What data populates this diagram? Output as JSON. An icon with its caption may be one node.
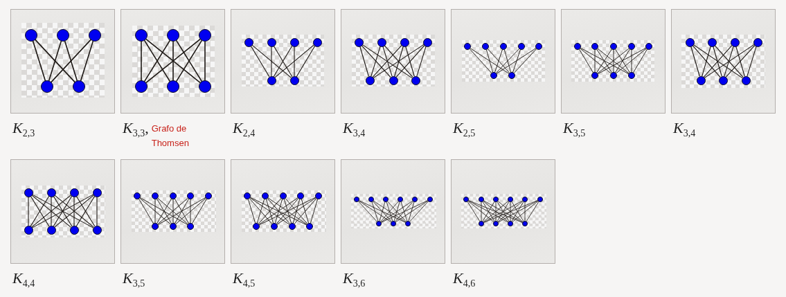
{
  "diagram": {
    "nodes": [
      {
        "text": [],
        "shape": "box",
        "beside": [
          "*K*$_{2,3}$"
        ]
      },
      {
        "text": [],
        "shape": "circle",
        "in": 0
      },
      {
        "text": [],
        "shape": "circle",
        "in": 0
      },
      {
        "text": [],
        "shape": "circle",
        "in": 0
      },
      {
        "text": [],
        "shape": "circle",
        "in": 0
      },
      {
        "text": [],
        "shape": "circle",
        "in": 0
      },
      {
        "text": [],
        "shape": "box",
        "beside": [
          "*K*$_{3,3}$,",
          "Grafo de Thomsen"
        ]
      },
      {
        "text": [],
        "shape": "circle",
        "in": 6
      },
      {
        "text": [],
        "shape": "circle",
        "in": 6
      },
      {
        "text": [],
        "shape": "circle",
        "in": 6
      },
      {
        "text": [],
        "shape": "circle",
        "in": 6
      },
      {
        "text": [],
        "shape": "circle",
        "in": 6
      },
      {
        "text": [],
        "shape": "circle",
        "in": 6
      },
      {
        "text": [],
        "shape": "box",
        "beside": [
          "*K*$_{2,4}$"
        ]
      },
      {
        "text": [],
        "shape": "circle",
        "in": 13
      },
      {
        "text": [],
        "shape": "circle",
        "in": 13
      },
      {
        "text": [],
        "shape": "circle",
        "in": 13
      },
      {
        "text": [],
        "shape": "circle",
        "in": 13
      },
      {
        "text": [],
        "shape": "circle",
        "in": 13
      },
      {
        "text": [],
        "shape": "circle",
        "in": 13
      },
      {
        "text": [],
        "shape": "box",
        "beside": [
          "*K*$_{3,4}$"
        ]
      },
      {
        "text": [],
        "shape": "circle",
        "in": 20
      },
      {
        "text": [],
        "shape": "circle",
        "in": 20
      },
      {
        "text": [],
        "shape": "circle",
        "in": 20
      },
      {
        "text": [],
        "shape": "circle",
        "in": 20
      },
      {
        "text": [],
        "shape": "circle",
        "in": 20
      },
      {
        "text": [],
        "shape": "circle",
        "in": 20
      },
      {
        "text": [],
        "shape": "circle",
        "in": 20
      },
      {
        "text": [],
        "shape": "box",
        "beside": [
          "*K*$_{2,5}$"
        ]
      },
      {
        "text": [],
        "shape": "circle",
        "in": 28
      },
      {
        "text": [],
        "shape": "circle",
        "in": 28
      },
      {
        "text": [],
        "shape": "circle",
        "in": 28
      },
      {
        "text": [],
        "shape": "circle",
        "in": 28
      },
      {
        "text": [],
        "shape": "circle",
        "in": 28
      },
      {
        "text": [],
        "shape": "circle",
        "in": 28
      },
      {
        "text": [],
        "shape": "circle",
        "in": 28
      },
      {
        "text": [],
        "shape": "box",
        "beside": [
          "*K*$_{3,5}$"
        ]
      },
      {
        "text": [],
        "shape": "circle",
        "in": 36
      },
      {
        "text": [],
        "shape": "circle",
        "in": 36
      },
      {
        "text": [],
        "shape": "circle",
        "in": 36
      },
      {
        "text": [],
        "shape": "circle",
        "in": 36
      },
      {
        "text": [],
        "shape": "circle",
        "in": 36
      },
      {
        "text": [],
        "shape": "circle",
        "in": 36
      },
      {
        "text": [],
        "shape": "circle",
        "in": 36
      },
      {
        "text": [],
        "shape": "circle",
        "in": 36
      },
      {
        "text": [],
        "shape": "box",
        "beside": [
          "*K*$_{3,4}$"
        ]
      },
      {
        "text": [],
        "shape": "circle",
        "in": 45
      },
      {
        "text": [],
        "shape": "circle",
        "in": 45
      },
      {
        "text": [],
        "shape": "circle",
        "in": 45
      },
      {
        "text": [],
        "shape": "circle",
        "in": 45
      },
      {
        "text": [],
        "shape": "circle",
        "in": 45
      },
      {
        "text": [],
        "shape": "circle",
        "in": 45
      },
      {
        "text": [],
        "shape": "circle",
        "in": 45
      },
      {
        "text": [],
        "shape": "box",
        "beside": [
          "*K*$_{4,4}$"
        ]
      },
      {
        "text": [],
        "shape": "circle",
        "in": 53
      },
      {
        "text": [],
        "shape": "circle",
        "in": 53
      },
      {
        "text": [],
        "shape": "circle",
        "in": 53
      },
      {
        "text": [],
        "shape": "circle",
        "in": 53
      },
      {
        "text": [],
        "shape": "circle",
        "in": 53
      },
      {
        "text": [],
        "shape": "circle",
        "in": 53
      },
      {
        "text": [],
        "shape": "circle",
        "in": 53
      },
      {
        "text": [],
        "shape": "circle",
        "in": 53
      },
      {
        "text": [],
        "shape": "box",
        "beside": [
          "*K*$_{3,5}$"
        ]
      },
      {
        "text": [],
        "shape": "circle",
        "in": 62
      },
      {
        "text": [],
        "shape": "circle",
        "in": 62
      },
      {
        "text": [],
        "shape": "circle",
        "in": 62
      },
      {
        "text": [],
        "shape": "circle",
        "in": 62
      },
      {
        "text": [],
        "shape": "circle",
        "in": 62
      },
      {
        "text": [],
        "shape": "circle",
        "in": 62
      },
      {
        "text": [],
        "shape": "circle",
        "in": 62
      },
      {
        "text": [],
        "shape": "circle",
        "in": 62
      },
      {
        "text": [],
        "shape": "box",
        "beside": [
          "*K*$_{4,5}$"
        ]
      },
      {
        "text": [],
        "shape": "circle",
        "in": 71
      },
      {
        "text": [],
        "shape": "circle",
        "in": 71
      },
      {
        "text": [],
        "shape": "circle",
        "in": 71
      },
      {
        "text": [],
        "shape": "circle",
        "in": 71
      },
      {
        "text": [],
        "shape": "circle",
        "in": 71
      },
      {
        "text": [],
        "shape": "circle",
        "in": 71
      },
      {
        "text": [],
        "shape": "circle",
        "in": 71
      },
      {
        "text": [],
        "shape": "circle",
        "in": 71
      },
      {
        "text": [],
        "shape": "circle",
        "in": 71
      },
      {
        "text": [],
        "shape": "box",
        "beside": [
          "*K*$_{3,6}$"
        ]
      },
      {
        "text": [],
        "shape": "circle",
        "in": 81
      },
      {
        "text": [],
        "shape": "circle",
        "in": 81
      },
      {
        "text": [],
        "shape": "circle",
        "in": 81
      },
      {
        "text": [],
        "shape": "circle",
        "in": 81
      },
      {
        "text": [],
        "shape": "circle",
        "in": 81
      },
      {
        "text": [],
        "shape": "circle",
        "in": 81
      },
      {
        "text": [],
        "shape": "circle",
        "in": 81
      },
      {
        "text": [],
        "shape": "circle",
        "in": 81
      },
      {
        "text": [],
        "shape": "circle",
        "in": 81
      },
      {
        "text": [],
        "shape": "box",
        "beside": [
          "*K*$_{4,6}$"
        ]
      },
      {
        "text": [],
        "shape": "circle",
        "in": 91
      },
      {
        "text": [],
        "shape": "circle",
        "in": 91
      },
      {
        "text": [],
        "shape": "circle",
        "in": 91
      },
      {
        "text": [],
        "shape": "circle",
        "in": 91
      },
      {
        "text": [],
        "shape": "circle",
        "in": 91
      },
      {
        "text": [],
        "shape": "circle",
        "in": 91
      },
      {
        "text": [],
        "shape": "circle",
        "in": 91
      },
      {
        "text": [],
        "shape": "circle",
        "in": 91
      },
      {
        "text": [],
        "shape": "circle",
        "in": 91
      },
      {
        "text": [],
        "shape": "circle",
        "in": 91
      }
    ],
    "edges": [
      {
        "from": 1,
        "to": 4,
        "arrow": "none"
      },
      {
        "from": 1,
        "to": 5,
        "arrow": "none"
      },
      {
        "from": 2,
        "to": 4,
        "arrow": "none"
      },
      {
        "from": 2,
        "to": 5,
        "arrow": "none"
      },
      {
        "from": 3,
        "to": 4,
        "arrow": "none"
      },
      {
        "from": 3,
        "to": 5,
        "arrow": "none"
      },
      {
        "from": 7,
        "to": 10,
        "arrow": "none"
      },
      {
        "from": 7,
        "to": 11,
        "arrow": "none"
      },
      {
        "from": 7,
        "to": 12,
        "arrow": "none"
      },
      {
        "from": 8,
        "to": 10,
        "arrow": "none"
      },
      {
        "from": 8,
        "to": 11,
        "arrow": "none"
      },
      {
        "from": 8,
        "to": 12,
        "arrow": "none"
      },
      {
        "from": 9,
        "to": 10,
        "arrow": "none"
      },
      {
        "from": 9,
        "to": 11,
        "arrow": "none"
      },
      {
        "from": 9,
        "to": 12,
        "arrow": "none"
      },
      {
        "from": 14,
        "to": 18,
        "arrow": "none"
      },
      {
        "from": 14,
        "to": 19,
        "arrow": "none"
      },
      {
        "from": 15,
        "to": 18,
        "arrow": "none"
      },
      {
        "from": 15,
        "to": 19,
        "arrow": "none"
      },
      {
        "from": 16,
        "to": 18,
        "arrow": "none"
      },
      {
        "from": 16,
        "to": 19,
        "arrow": "none"
      },
      {
        "from": 17,
        "to": 18,
        "arrow": "none"
      },
      {
        "from": 17,
        "to": 19,
        "arrow": "none"
      },
      {
        "from": 21,
        "to": 25,
        "arrow": "none"
      },
      {
        "from": 21,
        "to": 26,
        "arrow": "none"
      },
      {
        "from": 21,
        "to": 27,
        "arrow": "none"
      },
      {
        "from": 22,
        "to": 25,
        "arrow": "none"
      },
      {
        "from": 22,
        "to": 26,
        "arrow": "none"
      },
      {
        "from": 22,
        "to": 27,
        "arrow": "none"
      },
      {
        "from": 23,
        "to": 25,
        "arrow": "none"
      },
      {
        "from": 23,
        "to": 26,
        "arrow": "none"
      },
      {
        "from": 23,
        "to": 27,
        "arrow": "none"
      },
      {
        "from": 24,
        "to": 25,
        "arrow": "none"
      },
      {
        "from": 24,
        "to": 26,
        "arrow": "none"
      },
      {
        "from": 24,
        "to": 27,
        "arrow": "none"
      },
      {
        "from": 29,
        "to": 34,
        "arrow": "none"
      },
      {
        "from": 29,
        "to": 35,
        "arrow": "none"
      },
      {
        "from": 30,
        "to": 34,
        "arrow": "none"
      },
      {
        "from": 30,
        "to": 35,
        "arrow": "none"
      },
      {
        "from": 31,
        "to": 34,
        "arrow": "none"
      },
      {
        "from": 31,
        "to": 35,
        "arrow": "none"
      },
      {
        "from": 32,
        "to": 34,
        "arrow": "none"
      },
      {
        "from": 32,
        "to": 35,
        "arrow": "none"
      },
      {
        "from": 33,
        "to": 34,
        "arrow": "none"
      },
      {
        "from": 33,
        "to": 35,
        "arrow": "none"
      },
      {
        "from": 37,
        "to": 42,
        "arrow": "none"
      },
      {
        "from": 37,
        "to": 43,
        "arrow": "none"
      },
      {
        "from": 37,
        "to": 44,
        "arrow": "none"
      },
      {
        "from": 38,
        "to": 42,
        "arrow": "none"
      },
      {
        "from": 38,
        "to": 43,
        "arrow": "none"
      },
      {
        "from": 38,
        "to": 44,
        "arrow": "none"
      },
      {
        "from": 39,
        "to": 42,
        "arrow": "none"
      },
      {
        "from": 39,
        "to": 43,
        "arrow": "none"
      },
      {
        "from": 39,
        "to": 44,
        "arrow": "none"
      },
      {
        "from": 40,
        "to": 42,
        "arrow": "none"
      },
      {
        "from": 40,
        "to": 43,
        "arrow": "none"
      },
      {
        "from": 40,
        "to": 44,
        "arrow": "none"
      },
      {
        "from": 41,
        "to": 42,
        "arrow": "none"
      },
      {
        "from": 41,
        "to": 43,
        "arrow": "none"
      },
      {
        "from": 41,
        "to": 44,
        "arrow": "none"
      },
      {
        "from": 46,
        "to": 50,
        "arrow": "none"
      },
      {
        "from": 46,
        "to": 51,
        "arrow": "none"
      },
      {
        "from": 46,
        "to": 52,
        "arrow": "none"
      },
      {
        "from": 47,
        "to": 50,
        "arrow": "none"
      },
      {
        "from": 47,
        "to": 51,
        "arrow": "none"
      },
      {
        "from": 47,
        "to": 52,
        "arrow": "none"
      },
      {
        "from": 48,
        "to": 50,
        "arrow": "none"
      },
      {
        "from": 48,
        "to": 51,
        "arrow": "none"
      },
      {
        "from": 48,
        "to": 52,
        "arrow": "none"
      },
      {
        "from": 49,
        "to": 50,
        "arrow": "none"
      },
      {
        "from": 49,
        "to": 51,
        "arrow": "none"
      },
      {
        "from": 49,
        "to": 52,
        "arrow": "none"
      },
      {
        "from": 54,
        "to": 58,
        "arrow": "none"
      },
      {
        "from": 54,
        "to": 59,
        "arrow": "none"
      },
      {
        "from": 54,
        "to": 60,
        "arrow": "none"
      },
      {
        "from": 54,
        "to": 61,
        "arrow": "none"
      },
      {
        "from": 55,
        "to": 58,
        "arrow": "none"
      },
      {
        "from": 55,
        "to": 59,
        "arrow": "none"
      },
      {
        "from": 55,
        "to": 60,
        "arrow": "none"
      },
      {
        "from": 55,
        "to": 61,
        "arrow": "none"
      },
      {
        "from": 56,
        "to": 58,
        "arrow": "none"
      },
      {
        "from": 56,
        "to": 59,
        "arrow": "none"
      },
      {
        "from": 56,
        "to": 60,
        "arrow": "none"
      },
      {
        "from": 56,
        "to": 61,
        "arrow": "none"
      },
      {
        "from": 57,
        "to": 58,
        "arrow": "none"
      },
      {
        "from": 57,
        "to": 59,
        "arrow": "none"
      },
      {
        "from": 57,
        "to": 60,
        "arrow": "none"
      },
      {
        "from": 57,
        "to": 61,
        "arrow": "none"
      },
      {
        "from": 63,
        "to": 68,
        "arrow": "none"
      },
      {
        "from": 63,
        "to": 69,
        "arrow": "none"
      },
      {
        "from": 63,
        "to": 70,
        "arrow": "none"
      },
      {
        "from": 64,
        "to": 68,
        "arrow": "none"
      },
      {
        "from": 64,
        "to": 69,
        "arrow": "none"
      },
      {
        "from": 64,
        "to": 70,
        "arrow": "none"
      },
      {
        "from": 65,
        "to": 68,
        "arrow": "none"
      },
      {
        "from": 65,
        "to": 69,
        "arrow": "none"
      },
      {
        "from": 65,
        "to": 70,
        "arrow": "none"
      },
      {
        "from": 66,
        "to": 68,
        "arrow": "none"
      },
      {
        "from": 66,
        "to": 69,
        "arrow": "none"
      },
      {
        "from": 66,
        "to": 70,
        "arrow": "none"
      },
      {
        "from": 67,
        "to": 68,
        "arrow": "none"
      },
      {
        "from": 67,
        "to": 69,
        "arrow": "none"
      },
      {
        "from": 67,
        "to": 70,
        "arrow": "none"
      },
      {
        "from": 72,
        "to": 77,
        "arrow": "none"
      },
      {
        "from": 72,
        "to": 78,
        "arrow": "none"
      },
      {
        "from": 72,
        "to": 79,
        "arrow": "none"
      },
      {
        "from": 72,
        "to": 80,
        "arrow": "none"
      },
      {
        "from": 73,
        "to": 77,
        "arrow": "none"
      },
      {
        "from": 73,
        "to": 78,
        "arrow": "none"
      },
      {
        "from": 73,
        "to": 79,
        "arrow": "none"
      },
      {
        "from": 73,
        "to": 80,
        "arrow": "none"
      },
      {
        "from": 74,
        "to": 77,
        "arrow": "none"
      },
      {
        "from": 74,
        "to": 78,
        "arrow": "none"
      },
      {
        "from": 74,
        "to": 79,
        "arrow": "none"
      },
      {
        "from": 74,
        "to": 80,
        "arrow": "none"
      },
      {
        "from": 75,
        "to": 77,
        "arrow": "none"
      },
      {
        "from": 75,
        "to": 78,
        "arrow": "none"
      },
      {
        "from": 75,
        "to": 79,
        "arrow": "none"
      },
      {
        "from": 75,
        "to": 80,
        "arrow": "none"
      },
      {
        "from": 76,
        "to": 77,
        "arrow": "none"
      },
      {
        "from": 76,
        "to": 78,
        "arrow": "none"
      },
      {
        "from": 76,
        "to": 79,
        "arrow": "none"
      },
      {
        "from": 76,
        "to": 80,
        "arrow": "none"
      },
      {
        "from": 82,
        "to": 88,
        "arrow": "none"
      },
      {
        "from": 82,
        "to": 89,
        "arrow": "none"
      },
      {
        "from": 82,
        "to": 90,
        "arrow": "none"
      },
      {
        "from": 83,
        "to": 88,
        "arrow": "none"
      },
      {
        "from": 83,
        "to": 89,
        "arrow": "none"
      },
      {
        "from": 83,
        "to": 90,
        "arrow": "none"
      },
      {
        "from": 84,
        "to": 88,
        "arrow": "none"
      },
      {
        "from": 84,
        "to": 89,
        "arrow": "none"
      },
      {
        "from": 84,
        "to": 90,
        "arrow": "none"
      },
      {
        "from": 85,
        "to": 88,
        "arrow": "none"
      },
      {
        "from": 85,
        "to": 89,
        "arrow": "none"
      },
      {
        "from": 85,
        "to": 90,
        "arrow": "none"
      },
      {
        "from": 86,
        "to": 88,
        "arrow": "none"
      },
      {
        "from": 86,
        "to": 89,
        "arrow": "none"
      },
      {
        "from": 86,
        "to": 90,
        "arrow": "none"
      },
      {
        "from": 87,
        "to": 88,
        "arrow": "none"
      },
      {
        "from": 87,
        "to": 89,
        "arrow": "none"
      },
      {
        "from": 87,
        "to": 90,
        "arrow": "none"
      },
      {
        "from": 92,
        "to": 98,
        "arrow": "none"
      },
      {
        "from": 92,
        "to": 99,
        "arrow": "none"
      },
      {
        "from": 92,
        "to": 100,
        "arrow": "none"
      },
      {
        "from": 92,
        "to": 101,
        "arrow": "none"
      },
      {
        "from": 93,
        "to": 98,
        "arrow": "none"
      },
      {
        "from": 93,
        "to": 99,
        "arrow": "none"
      },
      {
        "from": 93,
        "to": 100,
        "arrow": "none"
      },
      {
        "from": 93,
        "to": 101,
        "arrow": "none"
      },
      {
        "from": 94,
        "to": 98,
        "arrow": "none"
      },
      {
        "from": 94,
        "to": 99,
        "arrow": "none"
      },
      {
        "from": 94,
        "to": 100,
        "arrow": "none"
      },
      {
        "from": 94,
        "to": 101,
        "arrow": "none"
      },
      {
        "from": 95,
        "to": 98,
        "arrow": "none"
      },
      {
        "from": 95,
        "to": 99,
        "arrow": "none"
      },
      {
        "from": 95,
        "to": 100,
        "arrow": "none"
      },
      {
        "from": 95,
        "to": 101,
        "arrow": "none"
      },
      {
        "from": 96,
        "to": 98,
        "arrow": "none"
      },
      {
        "from": 96,
        "to": 99,
        "arrow": "none"
      },
      {
        "from": 96,
        "to": 100,
        "arrow": "none"
      },
      {
        "from": 96,
        "to": 101,
        "arrow": "none"
      },
      {
        "from": 97,
        "to": 98,
        "arrow": "none"
      },
      {
        "from": 97,
        "to": 99,
        "arrow": "none"
      },
      {
        "from": 97,
        "to": 100,
        "arrow": "none"
      },
      {
        "from": 97,
        "to": 101,
        "arrow": "none"
      }
    ]
  }
}
